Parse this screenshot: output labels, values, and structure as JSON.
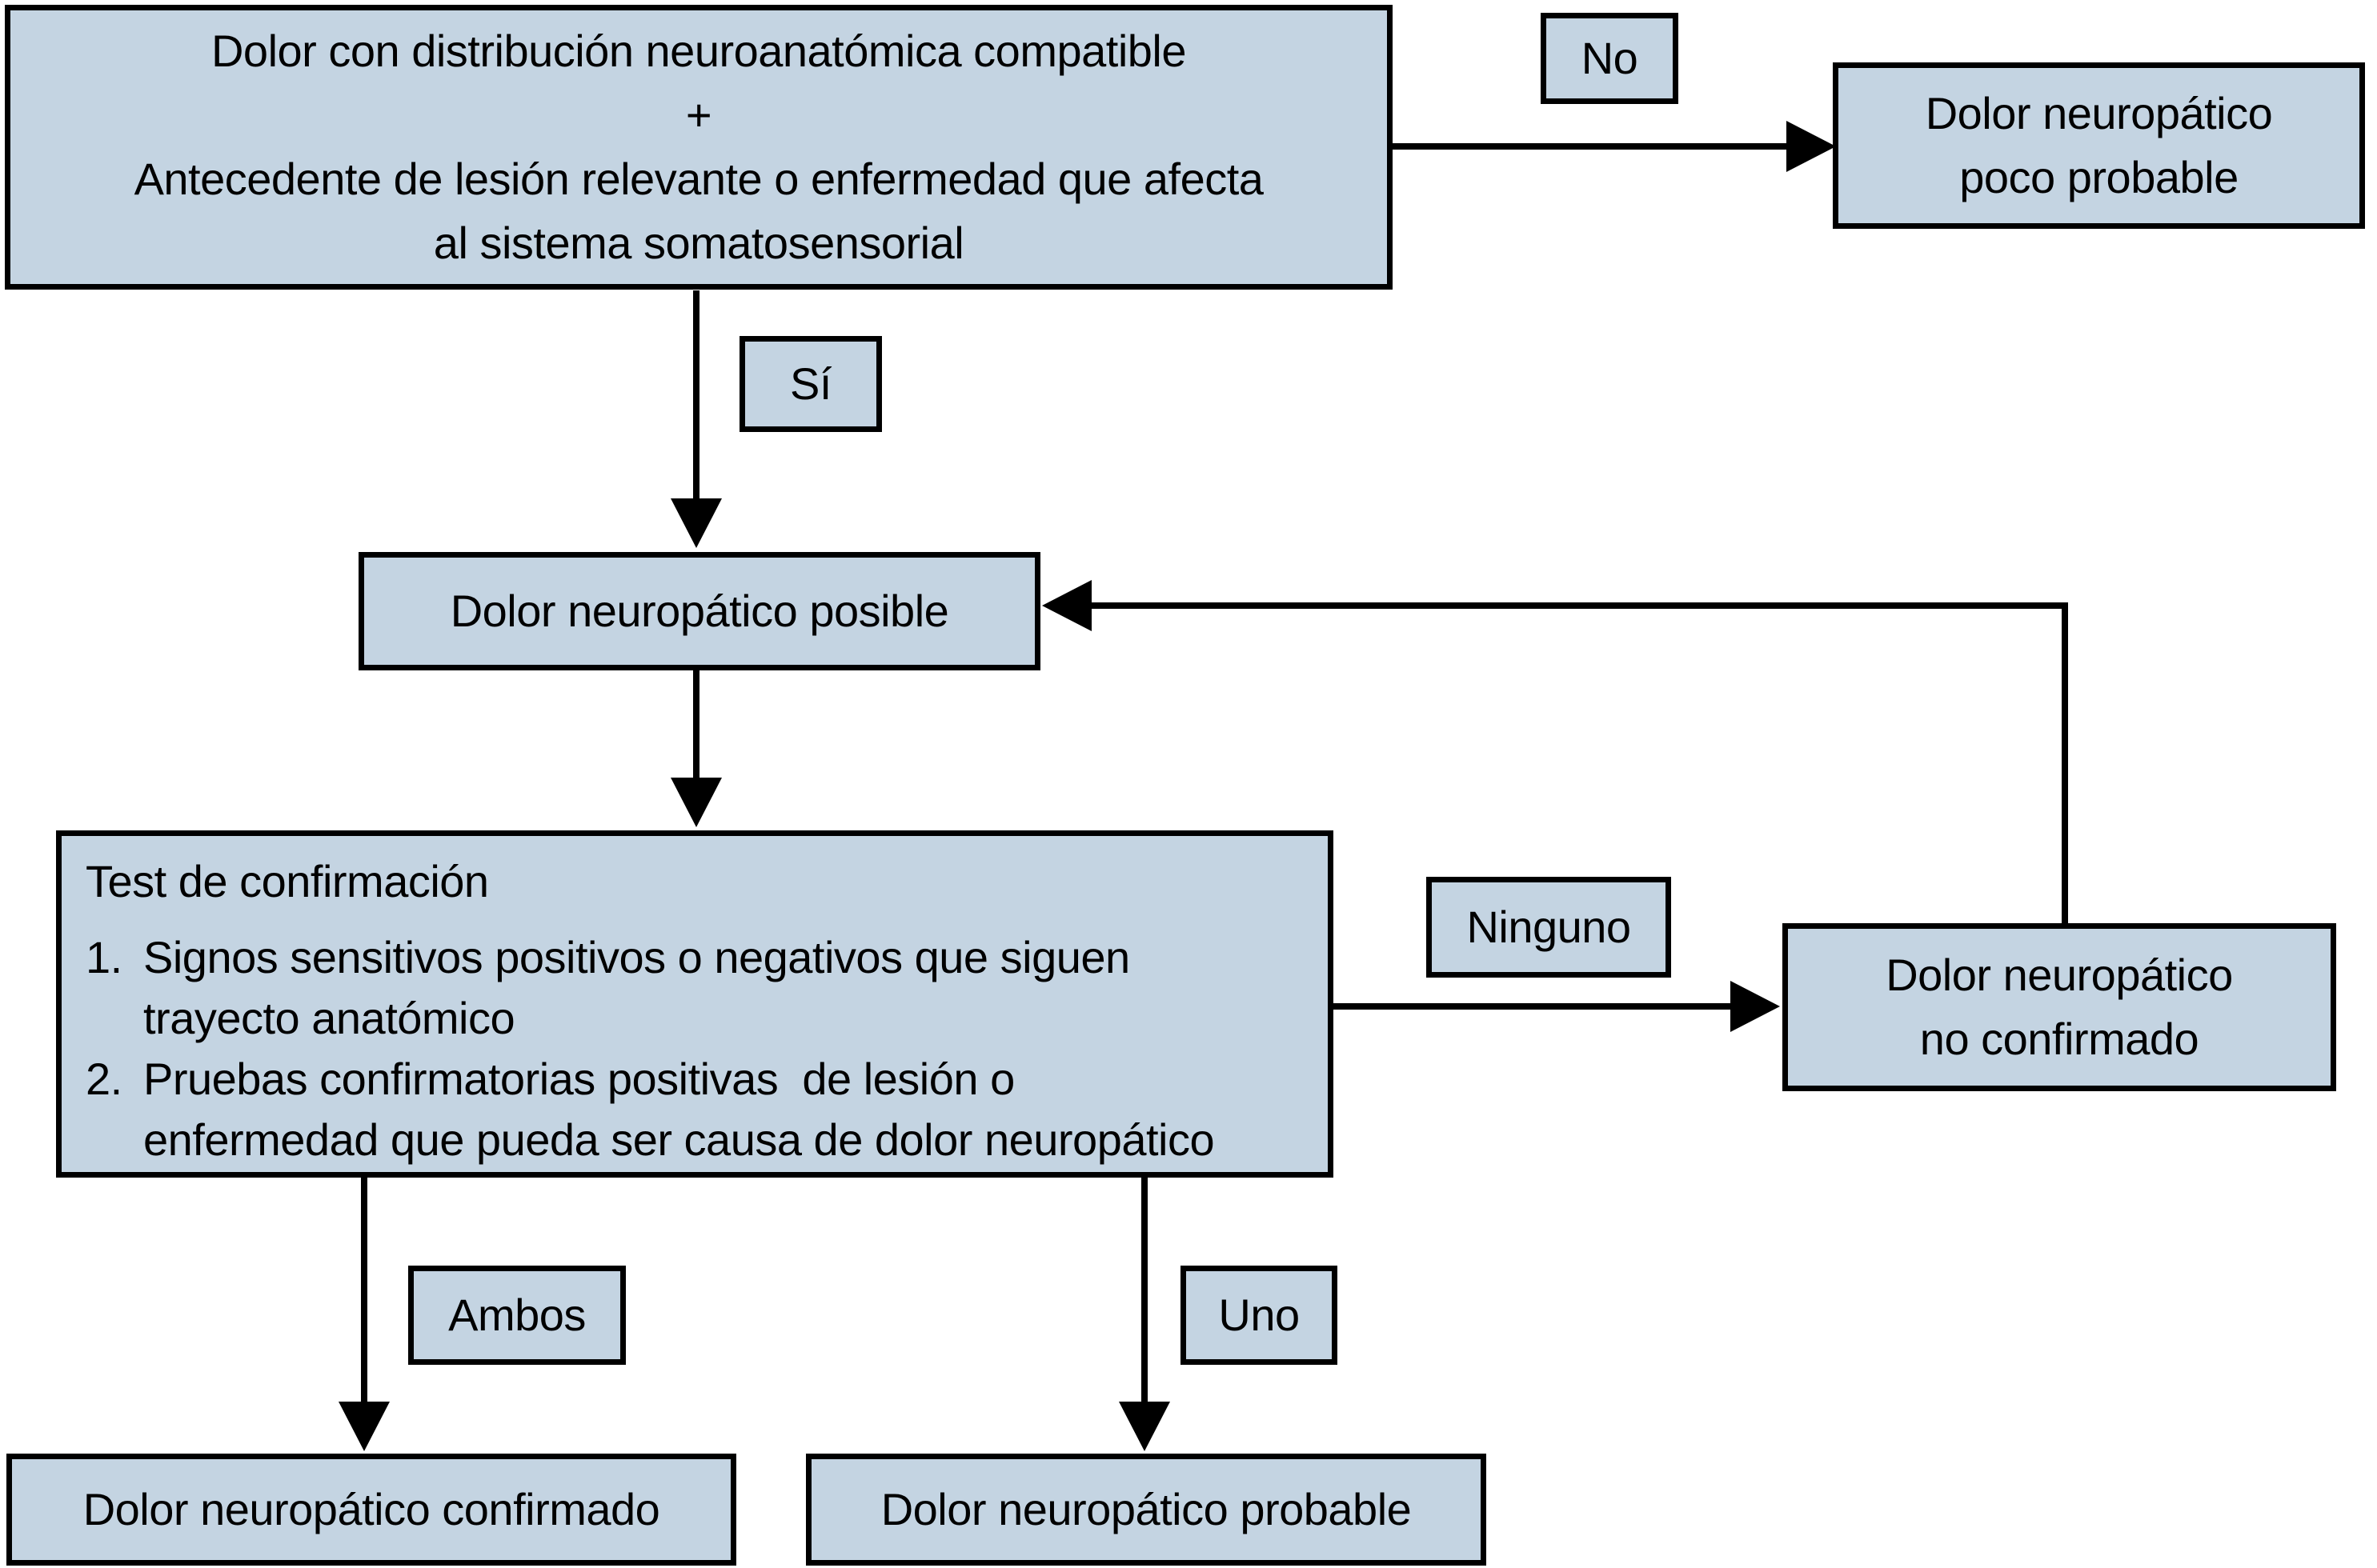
{
  "nodes": {
    "criteria": "Dolor con distribución neuroanatómica compatible\n+\nAntecedente de lesión relevante o enfermedad que afecta\nal sistema somatosensorial",
    "possible": "Dolor neuropático posible",
    "unlikely": "Dolor neuropático\npoco probable",
    "not_confirmed": "Dolor neuropático\nno confirmado",
    "confirmed": "Dolor neuropático confirmado",
    "probable": "Dolor neuropático probable",
    "confirmation_test": {
      "title": "Test de confirmación",
      "items": [
        {
          "marker": "1.",
          "text": "Signos sensitivos positivos o negativos que siguen\ntrayecto anatómico"
        },
        {
          "marker": "2.",
          "text": "Pruebas confirmatorias positivas  de lesión o\nenfermedad que pueda ser causa de dolor neuropático"
        }
      ]
    }
  },
  "edge_labels": {
    "no": "No",
    "si": "Sí",
    "ninguno": "Ninguno",
    "ambos": "Ambos",
    "uno": "Uno"
  },
  "colors": {
    "box_fill": "#c4d4e2",
    "box_border": "#000000",
    "arrow": "#000000",
    "text": "#000000",
    "background": "#ffffff"
  }
}
